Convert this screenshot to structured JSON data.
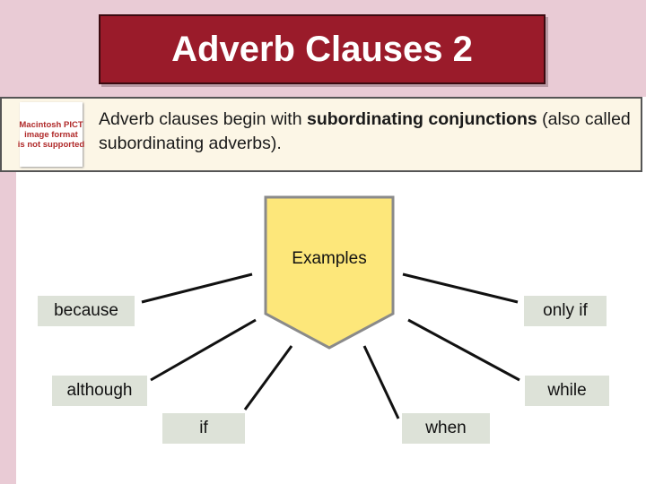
{
  "slide": {
    "title": "Adverb Clauses 2",
    "image_placeholder": {
      "line1": "Macintosh PICT",
      "line2": "image format",
      "line3": "is not supported"
    },
    "definition": {
      "part1": "Adverb clauses begin with ",
      "bold": "subordinating conjunctions",
      "part2": " (also called subordinating adverbs)."
    }
  },
  "diagram": {
    "center_label": "Examples",
    "words": [
      "because",
      "only if",
      "although",
      "while",
      "if",
      "when"
    ]
  },
  "colors": {
    "title_bg": "#9a1b2a",
    "band_bg": "#e9cbd5",
    "definition_bg": "#fcf6e6",
    "pentagon_fill": "#fde77a",
    "word_box_bg": "#dde2d8"
  }
}
